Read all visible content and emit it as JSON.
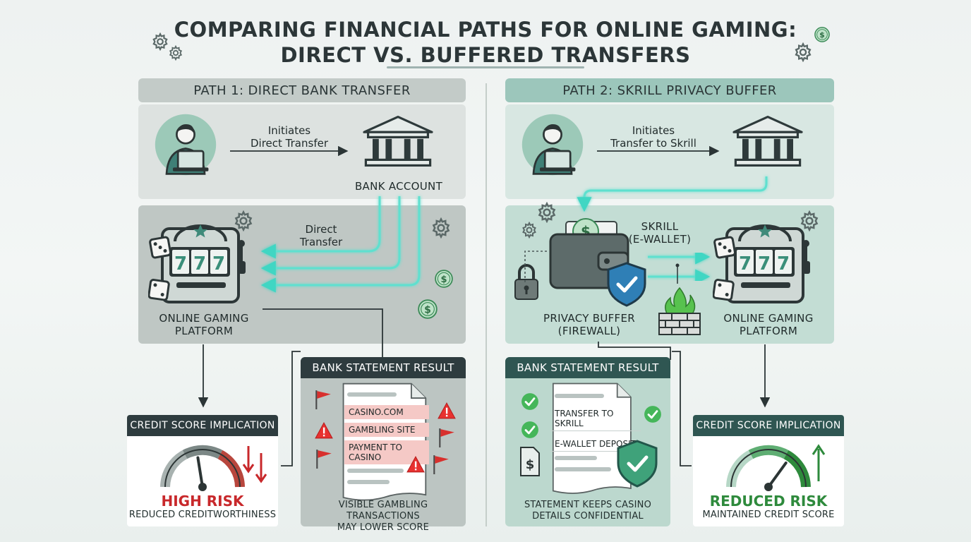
{
  "title": {
    "line1": "COMPARING FINANCIAL PATHS FOR ONLINE GAMING:",
    "line2": "DIRECT VS. BUFFERED TRANSFERS"
  },
  "path1": {
    "header": "PATH 1: DIRECT BANK TRANSFER",
    "initiates_line1": "Initiates",
    "initiates_line2": "Direct Transfer",
    "bank_label": "BANK ACCOUNT",
    "direct_line1": "Direct",
    "direct_line2": "Transfer",
    "platform_line1": "ONLINE GAMING",
    "platform_line2": "PLATFORM",
    "statement": {
      "header": "BANK STATEMENT RESULT",
      "items": [
        "CASINO.COM",
        "GAMBLING SITE",
        "PAYMENT TO CASINO"
      ],
      "caption_line1": "VISIBLE GAMBLING TRANSACTIONS",
      "caption_line2": "MAY LOWER SCORE"
    },
    "credit": {
      "header": "CREDIT SCORE IMPLICATION",
      "risk": "HIGH RISK",
      "detail": "REDUCED CREDITWORTHINESS",
      "gauge_level": 0.45
    }
  },
  "path2": {
    "header": "PATH 2: SKRILL PRIVACY BUFFER",
    "initiates_line1": "Initiates",
    "initiates_line2": "Transfer to Skrill",
    "skrill_line1": "SKRILL",
    "skrill_line2": "(E-WALLET)",
    "buffer_line1": "PRIVACY BUFFER",
    "buffer_line2": "(FIREWALL)",
    "platform_line1": "ONLINE GAMING",
    "platform_line2": "PLATFORM",
    "statement": {
      "header": "BANK STATEMENT RESULT",
      "items": [
        "TRANSFER TO SKRILL",
        "E-WALLET DEPOSIT"
      ],
      "caption_line1": "STATEMENT KEEPS CASINO",
      "caption_line2": "DETAILS CONFIDENTIAL"
    },
    "credit": {
      "header": "CREDIT SCORE IMPLICATION",
      "risk": "REDUCED RISK",
      "detail": "MAINTAINED CREDIT SCORE",
      "gauge_level": 0.7
    }
  },
  "icons": {
    "user": "user-at-laptop-icon",
    "bank": "bank-building-icon",
    "slot": "slot-machine-icon",
    "dice": "dice-icon",
    "wallet": "wallet-icon",
    "shield": "shield-check-icon",
    "firewall": "firewall-icon",
    "lock": "padlock-icon",
    "gear": "gear-icon",
    "coin": "dollar-coin-icon",
    "warning": "warning-triangle-icon",
    "flag": "red-flag-icon",
    "check": "green-check-icon",
    "gauge": "gauge-icon"
  },
  "colors": {
    "teal_accent": "#5fe0cf",
    "danger": "#c8282b",
    "safe": "#2e8a3c",
    "header_dark": "#2e3c3f",
    "header_teal": "#2f5652"
  }
}
